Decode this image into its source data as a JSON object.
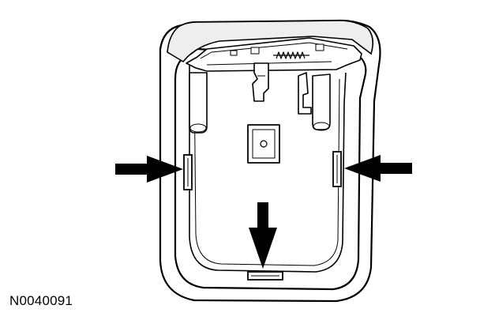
{
  "figure": {
    "id_label": "N0040091"
  },
  "callouts": [
    {
      "name": "left-arrow",
      "direction": "right"
    },
    {
      "name": "right-arrow",
      "direction": "left"
    },
    {
      "name": "down-arrow",
      "direction": "down"
    }
  ],
  "colors": {
    "stroke": "#000000",
    "shading": "#e6e6e6",
    "background": "#ffffff"
  }
}
